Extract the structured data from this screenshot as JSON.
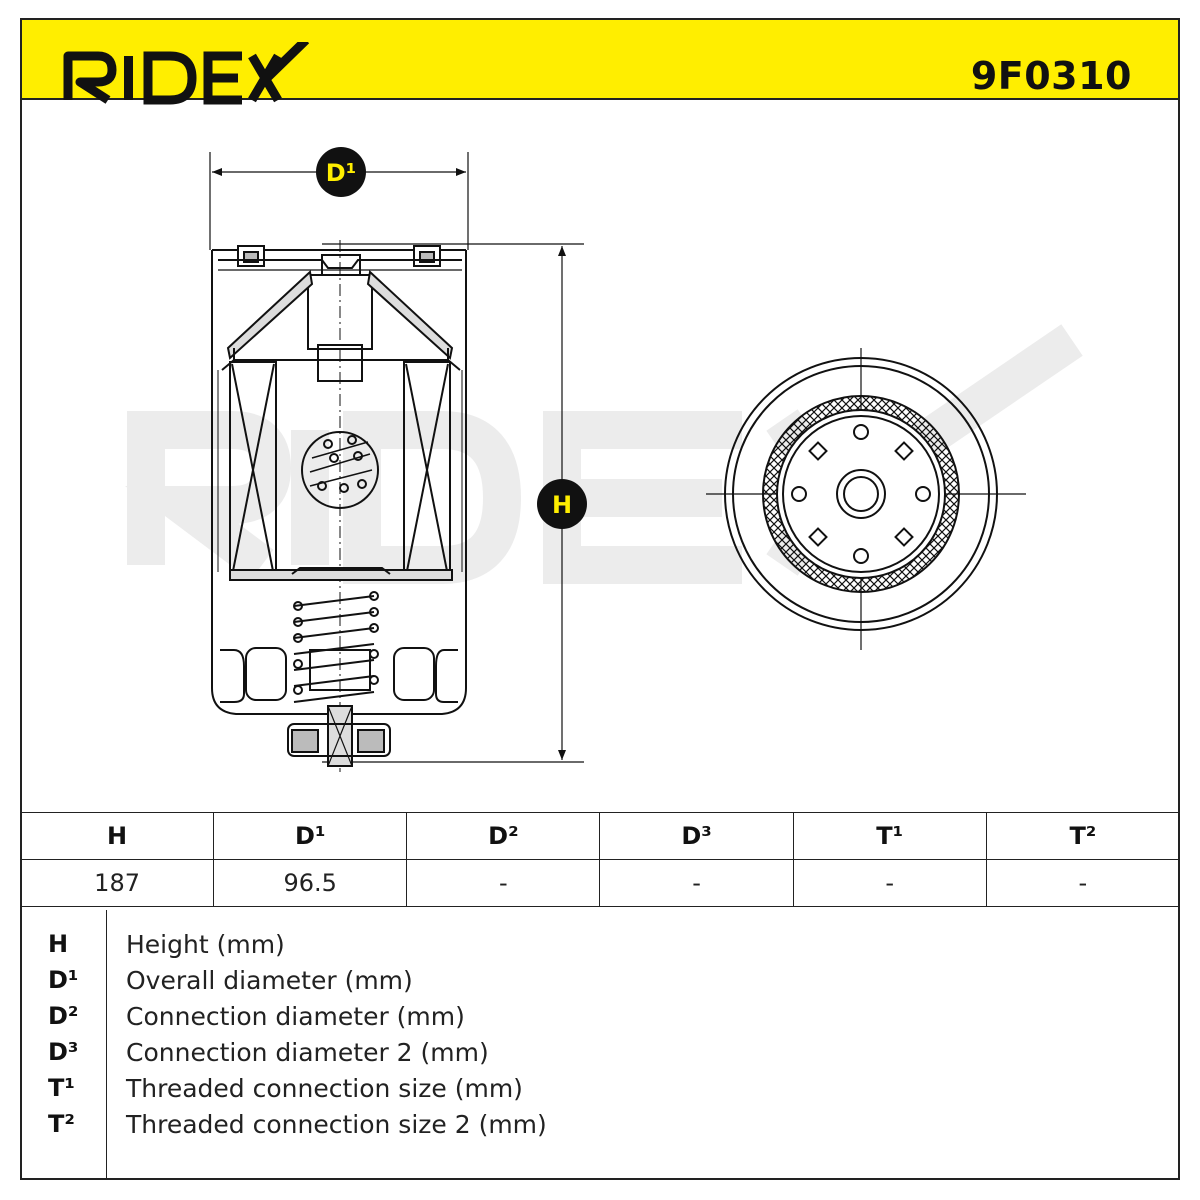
{
  "brand": "RIDEX",
  "part_number": "9F0310",
  "watermark": "RIDEX",
  "drawing_labels": {
    "d1": "D¹",
    "h": "H"
  },
  "colors": {
    "accent_yellow": "#ffee00",
    "line_black": "#111111",
    "watermark_grey": "#ececec"
  },
  "dims_table": {
    "headers": [
      "H",
      "D¹",
      "D²",
      "D³",
      "T¹",
      "T²"
    ],
    "values": [
      "187",
      "96.5",
      "-",
      "-",
      "-",
      "-"
    ]
  },
  "legend": [
    {
      "key": "H",
      "desc": "Height (mm)"
    },
    {
      "key": "D¹",
      "desc": "Overall diameter (mm)"
    },
    {
      "key": "D²",
      "desc": "Connection diameter (mm)"
    },
    {
      "key": "D³",
      "desc": "Connection diameter 2 (mm)"
    },
    {
      "key": "T¹",
      "desc": "Threaded connection size (mm)"
    },
    {
      "key": "T²",
      "desc": "Threaded connection size 2 (mm)"
    }
  ]
}
